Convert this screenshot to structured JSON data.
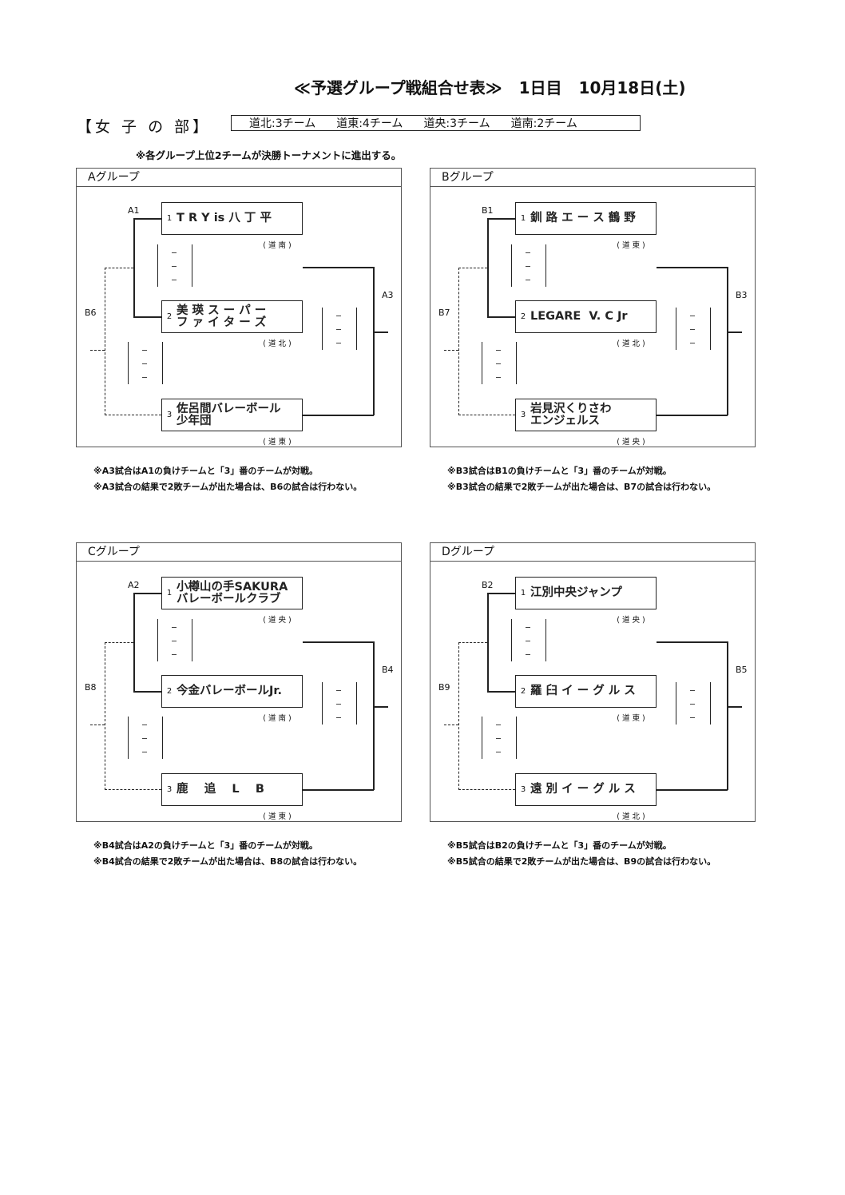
{
  "title": {
    "main": "≪予選グループ戦組合せ表≫",
    "day": "1日目",
    "date": "10月18日(土)"
  },
  "division": "【女 子 の 部】",
  "team_counts": [
    "道北:3チーム",
    "道東:4チーム",
    "道央:3チーム",
    "道南:2チーム"
  ],
  "advance_note": "※各グループ上位2チームが決勝トーナメントに進出する。",
  "groups": [
    {
      "name": "Aグループ",
      "first_match": "A1",
      "second_match": "A3",
      "loser_match": "B6",
      "teams": [
        {
          "no": "1",
          "name": "T R Y is 八 丁 平",
          "region": "( 道 南 )"
        },
        {
          "no": "2",
          "name": "美 瑛 ス ー パ ー\nフ ァ イ タ ー ズ",
          "region": "( 道 北 )"
        },
        {
          "no": "3",
          "name": "佐呂間バレーボール\n少年団",
          "region": "( 道 東 )"
        }
      ],
      "notes": [
        "※A3試合はA1の負けチームと「3」番のチームが対戦。",
        "※A3試合の結果で2敗チームが出た場合は、B6の試合は行わない。"
      ]
    },
    {
      "name": "Bグループ",
      "first_match": "B1",
      "second_match": "B3",
      "loser_match": "B7",
      "teams": [
        {
          "no": "1",
          "name": "釧 路 エ ー ス 鶴 野",
          "region": "( 道 東 )"
        },
        {
          "no": "2",
          "name": "LEGARE  V. C Jr",
          "region": "( 道 北 )"
        },
        {
          "no": "3",
          "name": "岩見沢くりさわ\nエンジェルス",
          "region": "( 道 央 )"
        }
      ],
      "notes": [
        "※B3試合はB1の負けチームと「3」番のチームが対戦。",
        "※B3試合の結果で2敗チームが出た場合は、B7の試合は行わない。"
      ]
    },
    {
      "name": "Cグループ",
      "first_match": "A2",
      "second_match": "B4",
      "loser_match": "B8",
      "teams": [
        {
          "no": "1",
          "name": "小樽山の手SAKURA\nバレーボールクラブ",
          "region": "( 道 央 )"
        },
        {
          "no": "2",
          "name": "今金バレーボールJr.",
          "region": "( 道 南 )"
        },
        {
          "no": "3",
          "name": "鹿    追    L    B",
          "region": "( 道 東 )"
        }
      ],
      "notes": [
        "※B4試合はA2の負けチームと「3」番のチームが対戦。",
        "※B4試合の結果で2敗チームが出た場合は、B8の試合は行わない。"
      ]
    },
    {
      "name": "Dグループ",
      "first_match": "B2",
      "second_match": "B5",
      "loser_match": "B9",
      "teams": [
        {
          "no": "1",
          "name": "江別中央ジャンプ",
          "region": "( 道 央 )"
        },
        {
          "no": "2",
          "name": "羅 臼 イ ー グ ル ス",
          "region": "( 道 東 )"
        },
        {
          "no": "3",
          "name": "遠 別 イ ー グ ル ス",
          "region": "( 道 北 )"
        }
      ],
      "notes": [
        "※B5試合はB2の負けチームと「3」番のチームが対戦。",
        "※B5試合の結果で2敗チームが出た場合は、B9の試合は行わない。"
      ]
    }
  ]
}
